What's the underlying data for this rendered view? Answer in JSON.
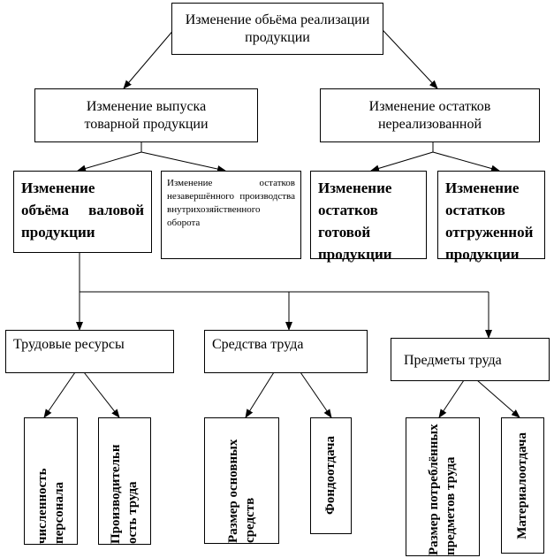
{
  "root": "Изменение обьёма реализации продукции",
  "level2": [
    "Изменение выпуска товарной продукции",
    "Изменение остатков нереализованной"
  ],
  "level3": [
    "Изменение объёма валовой продукции",
    "Изменение остатков незавершённого производства внутрихозяйственного оборота",
    "Изменение остатков готовой продукции",
    "Изменение остатков отгруженной продукции"
  ],
  "level4": [
    "Трудовые ресурсы",
    "Средства труда",
    "Предметы труда"
  ],
  "level5": [
    "численность персонала",
    "Производительн ость труда",
    "Размер основных средств",
    "Фондоотдача",
    "Размер потреблённых предметов труда",
    "Материалоотдача"
  ]
}
